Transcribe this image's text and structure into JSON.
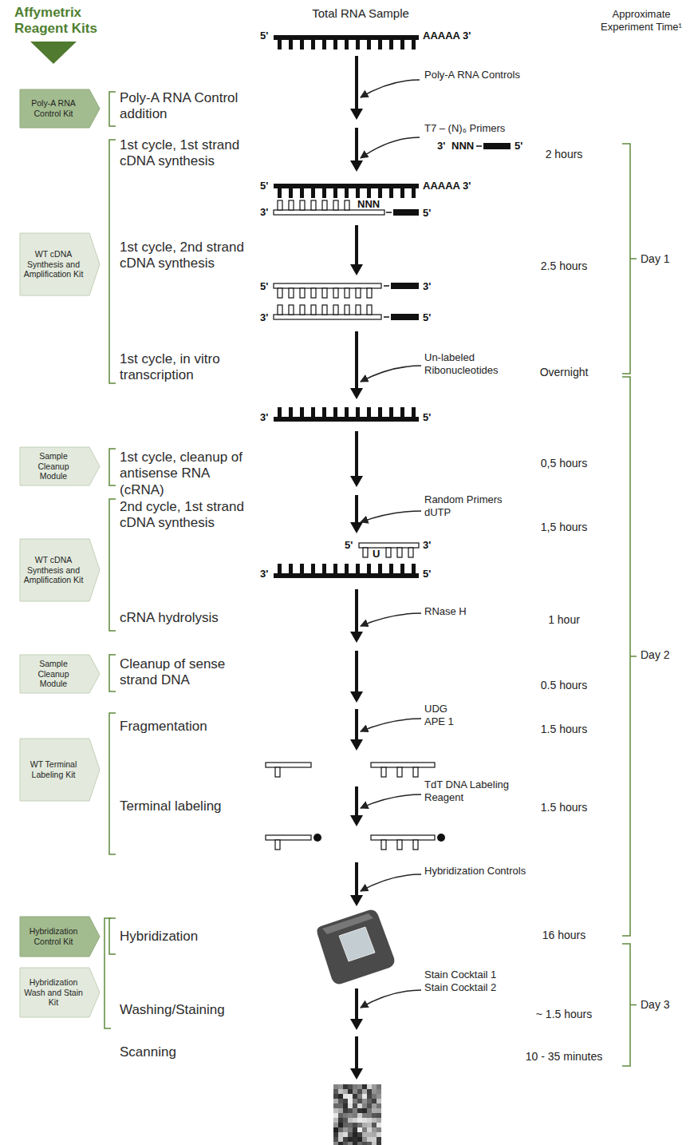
{
  "diagram": {
    "title": "Affymetrix Reagent Kits",
    "nodes": [
      {
        "text": [
          "Poly-A RNA Control Kit"
        ]
      },
      {
        "text": [
          "WT cDNA Synthesis and Amplification Kit"
        ]
      },
      {
        "text": [
          "Sample Cleanup Module"
        ]
      },
      {
        "text": [
          "WT cDNA Synthesis and Amplification Kit"
        ]
      },
      {
        "text": [
          "Sample Cleanup Module"
        ]
      },
      {
        "text": [
          "WT Terminal Labeling Kit"
        ]
      },
      {
        "text": [
          "Hybridization Control Kit"
        ]
      },
      {
        "text": [
          "Hybridization Wash and Stain Kit"
        ]
      }
    ],
    "labels": [
      "Total RNA Sample",
      "Approximate Experiment Time¹",
      "5'",
      "AAAAA 3'",
      "Poly-A RNA Control addition",
      "Poly-A RNA Controls",
      "1st cycle, 1st strand cDNA synthesis",
      "T7 – (N)₆ Primers",
      "3'",
      "NNN",
      "5'",
      "2 hours",
      "5'",
      "AAAAA 3'",
      "3'",
      "NNN",
      "5'",
      "1st cycle, 2nd strand cDNA synthesis",
      "2.5 hours",
      "5'",
      "3'",
      "3'",
      "5'",
      "1st cycle, in vitro transcription",
      "Un-labeled Ribonucleotides",
      "Overnight",
      "3'",
      "5'",
      "1st cycle, cleanup of antisense RNA (cRNA)",
      "0,5 hours",
      "2nd cycle, 1st strand cDNA synthesis",
      "Random Primers dUTP",
      "1,5 hours",
      "5'",
      "U",
      "3'",
      "3'",
      "5'",
      "cRNA hydrolysis",
      "RNase H",
      "1 hour",
      "Cleanup of sense strand DNA",
      "0.5 hours",
      "Fragmentation",
      "UDG APE 1",
      "1.5 hours",
      "Terminal labeling",
      "TdT DNA Labeling Reagent",
      "1.5 hours",
      "Hybridization Controls",
      "Hybridization",
      "16 hours",
      "Stain Cocktail 1 Stain Cocktail 2",
      "Washing/Staining",
      "~ 1.5 hours",
      "Scanning",
      "10 - 35 minutes",
      "Day 1",
      "Day 2",
      "Day 3"
    ]
  }
}
